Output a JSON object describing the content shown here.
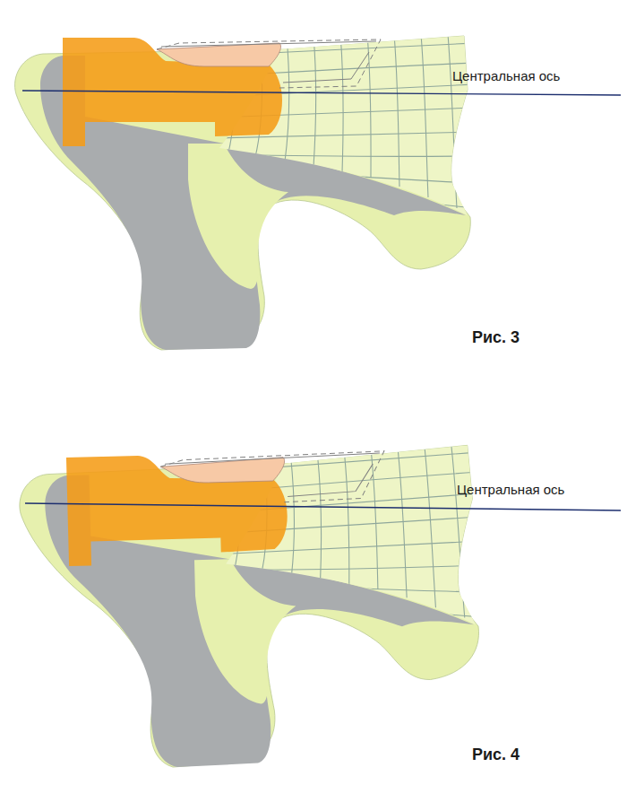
{
  "diagram": {
    "labels": [
      "Центральная ось",
      "Рис. 3",
      "Центральная ось",
      "Рис. 4"
    ]
  }
}
